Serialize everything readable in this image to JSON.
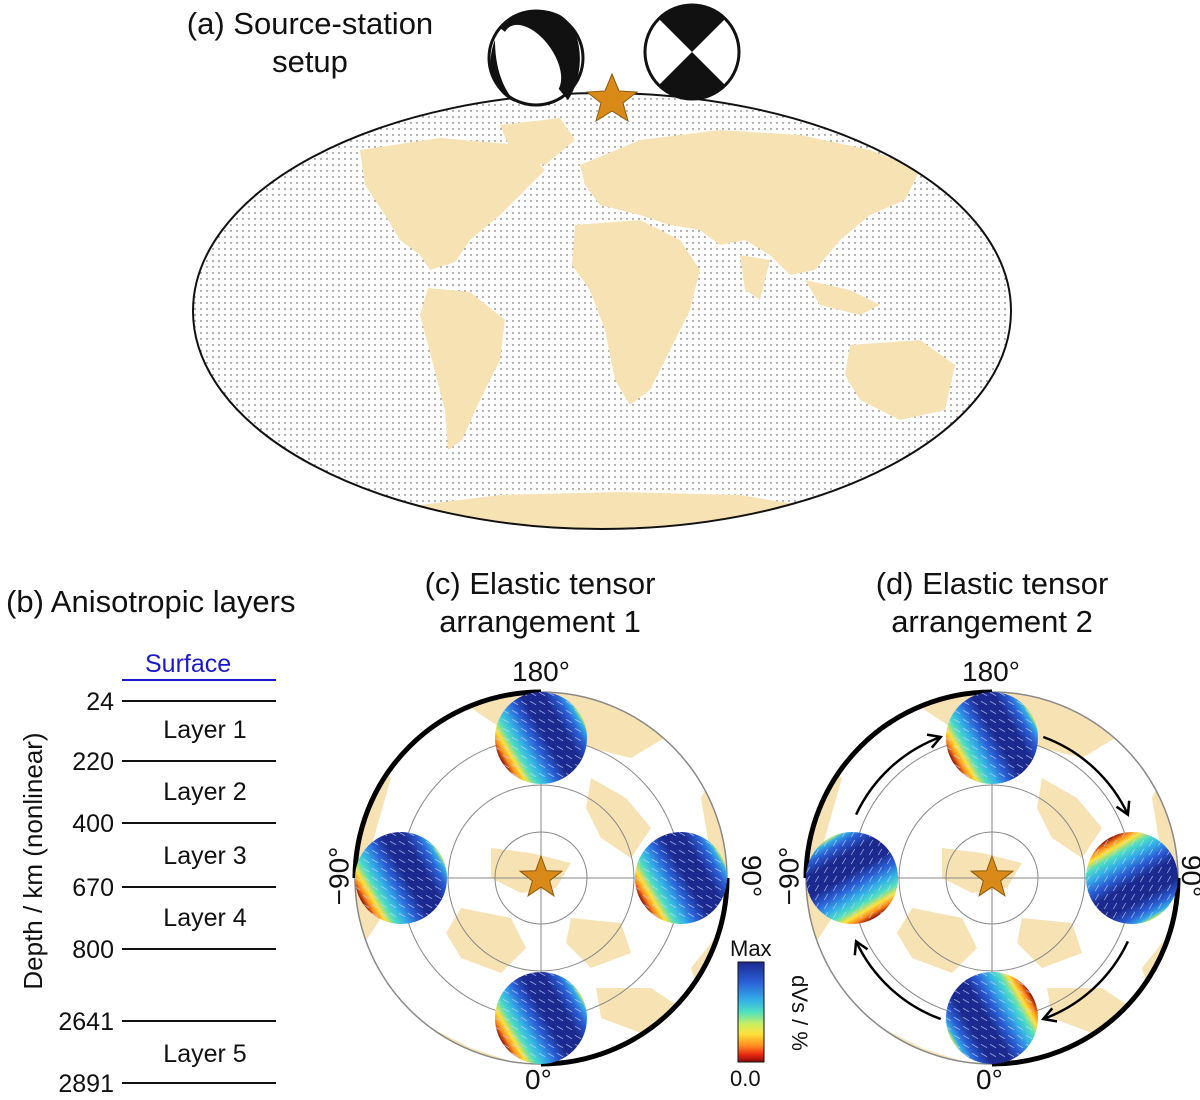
{
  "panel_a": {
    "title_line1": "(a) Source-station",
    "title_line2": "setup",
    "land_color": "#f7e2b4",
    "star_color": "#d98a19"
  },
  "panel_b": {
    "title": "(b) Anisotropic layers",
    "surface_label": "Surface",
    "surface_color": "#1a1acc",
    "yaxis_label": "Depth / km (nonlinear)",
    "depths": [
      "24",
      "220",
      "400",
      "670",
      "800",
      "2641",
      "2891"
    ],
    "layers": [
      "Layer 1",
      "Layer 2",
      "Layer 3",
      "Layer 4",
      "Layer 5"
    ]
  },
  "panel_c": {
    "title_line1": "(c) Elastic tensor",
    "title_line2": "arrangement 1",
    "label_top": "180°",
    "label_bottom": "0°",
    "label_left": "−90°",
    "label_right": "90°"
  },
  "panel_d": {
    "title_line1": "(d) Elastic tensor",
    "title_line2": "arrangement 2",
    "label_top": "180°",
    "label_bottom": "0°",
    "label_left": "−90°",
    "label_right": "90°"
  },
  "colorbar": {
    "max_label": "Max",
    "min_label": "0.0",
    "axis_label": "dVs / %",
    "colors": [
      "#1c2a8f",
      "#2a5fd6",
      "#33aee8",
      "#4fe0c0",
      "#c8f060",
      "#ffe13a",
      "#ff8a1e",
      "#e52410",
      "#8a0c08"
    ]
  }
}
